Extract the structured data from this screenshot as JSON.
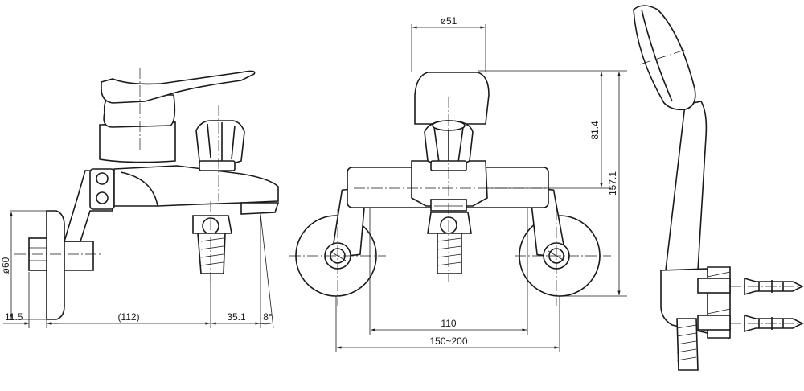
{
  "drawing": {
    "dimensions": {
      "d60": "ø60",
      "d11_5": "11.5",
      "d112": "(112)",
      "d35_1": "35.1",
      "d8deg": "8°",
      "d51": "ø51",
      "d81_4": "81.4",
      "d157_1": "157.1",
      "d110": "110",
      "d150_200": "150~200"
    }
  }
}
